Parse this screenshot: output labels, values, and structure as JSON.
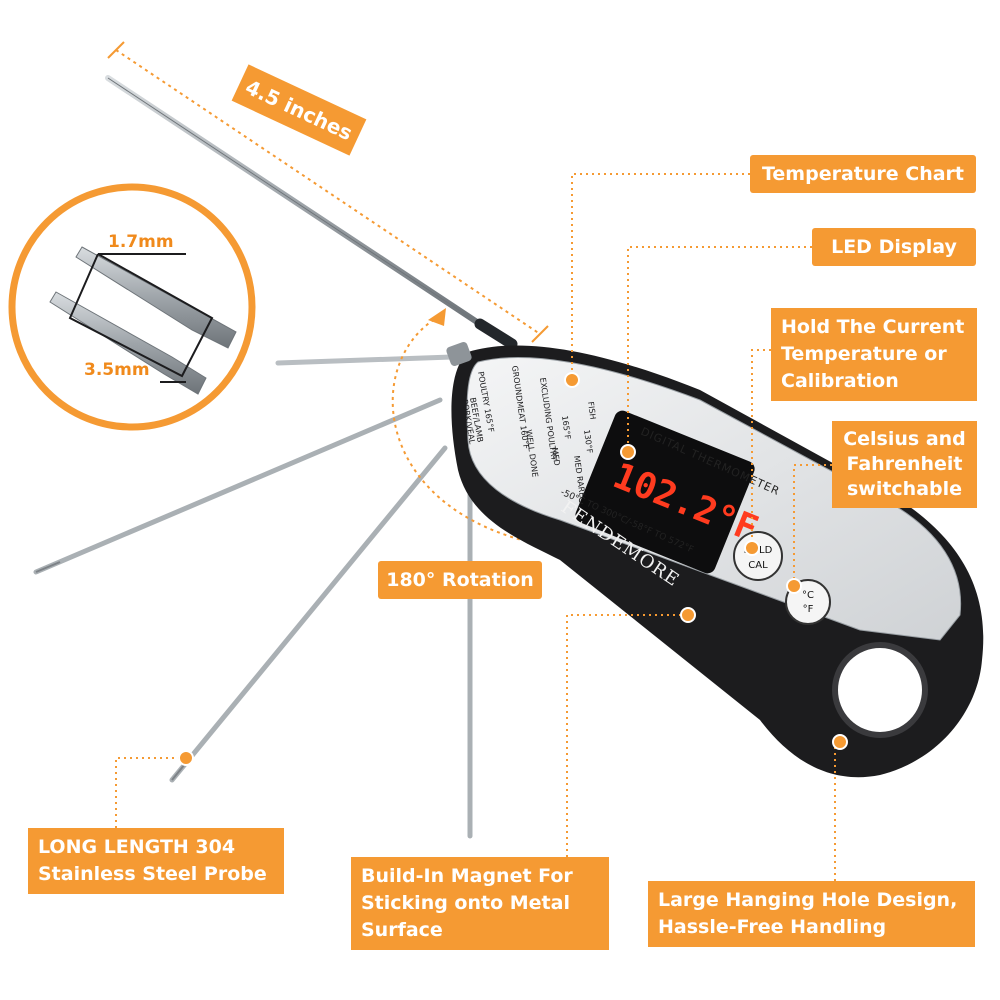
{
  "colors": {
    "accent": "#f59a33",
    "body_black": "#1c1c1e",
    "panel_silver": "#e8e9eb",
    "display_red": "#ff3b1f",
    "probe_steel": "#a9aeb3"
  },
  "product": {
    "brand": "FENDEMORE",
    "panel_title": "DIGITAL THERMOMETER",
    "range_text": "-50°C TO 300°C/-58°F TO 572°F",
    "display_reading": "102.2°F",
    "hold_button": {
      "line1": "HOLD",
      "line2": "CAL"
    },
    "unit_button": {
      "line1": "°C",
      "line2": "°F"
    },
    "temp_chart": {
      "col1": [
        "POULTRY 165°F",
        "BEEF/LAMB",
        "PORK/VEAL"
      ],
      "col2": [
        "GROUNDMEAT 160°F",
        "WELL DONE"
      ],
      "col3": [
        "EXCLUDING POULTRY",
        "165°F",
        "MED"
      ],
      "col4": [
        "FISH",
        "130°F",
        "MED RARE"
      ]
    }
  },
  "measurements": {
    "probe_length": "4.5 inches",
    "tip_diameter": "1.7mm",
    "shaft_diameter": "3.5mm"
  },
  "callouts": {
    "temp_chart": [
      "Temperature Chart"
    ],
    "led_display": [
      "LED Display"
    ],
    "hold": [
      "Hold The Current",
      "Temperature or",
      "Calibration"
    ],
    "celsius": [
      "Celsius and",
      "Fahrenheit",
      "switchable"
    ],
    "rotation": [
      "180° Rotation"
    ],
    "probe": [
      "LONG LENGTH  304",
      "Stainless Steel Probe"
    ],
    "magnet": [
      "Build-In Magnet For",
      "Sticking onto Metal",
      "Surface"
    ],
    "hole": [
      "Large Hanging Hole Design,",
      "Hassle-Free Handling"
    ]
  }
}
